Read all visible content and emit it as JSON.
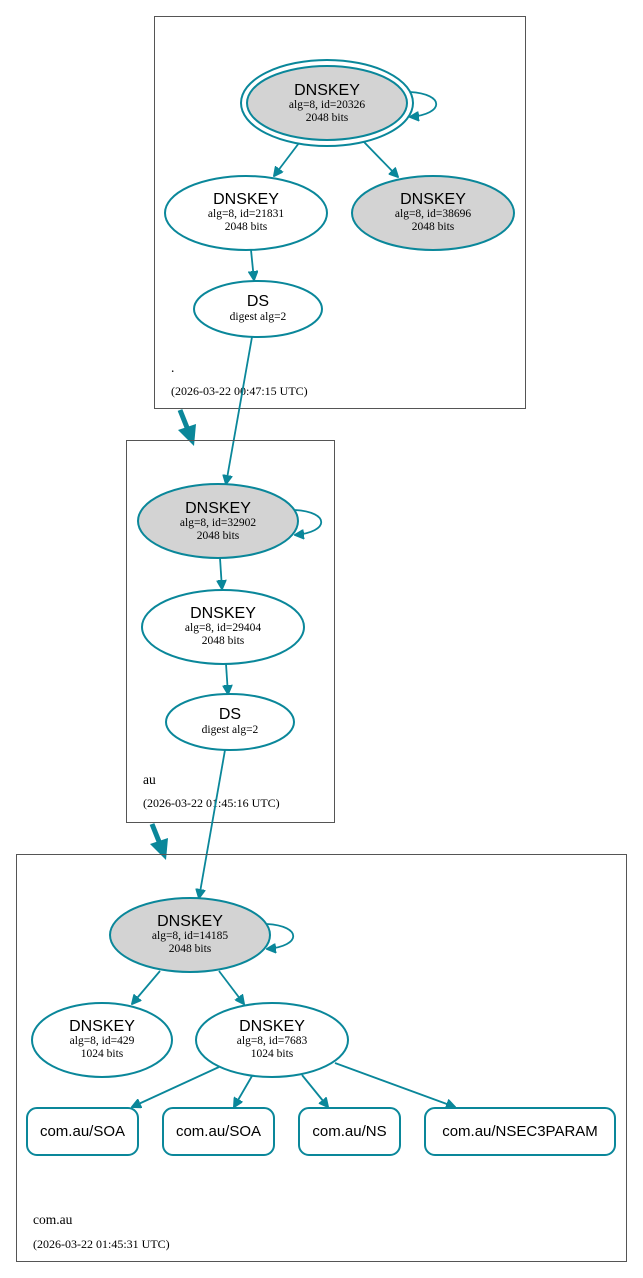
{
  "zones": {
    "root": {
      "name": ".",
      "timestamp": "(2026-03-22 00:47:15 UTC)",
      "ksk": {
        "title": "DNSKEY",
        "line1": "alg=8, id=20326",
        "line2": "2048 bits"
      },
      "zsk": {
        "title": "DNSKEY",
        "line1": "alg=8, id=21831",
        "line2": "2048 bits"
      },
      "key3": {
        "title": "DNSKEY",
        "line1": "alg=8, id=38696",
        "line2": "2048 bits"
      },
      "ds": {
        "title": "DS",
        "line1": "digest alg=2"
      }
    },
    "au": {
      "name": "au",
      "timestamp": "(2026-03-22 01:45:16 UTC)",
      "ksk": {
        "title": "DNSKEY",
        "line1": "alg=8, id=32902",
        "line2": "2048 bits"
      },
      "zsk": {
        "title": "DNSKEY",
        "line1": "alg=8, id=29404",
        "line2": "2048 bits"
      },
      "ds": {
        "title": "DS",
        "line1": "digest alg=2"
      }
    },
    "comau": {
      "name": "com.au",
      "timestamp": "(2026-03-22 01:45:31 UTC)",
      "ksk": {
        "title": "DNSKEY",
        "line1": "alg=8, id=14185",
        "line2": "2048 bits"
      },
      "key429": {
        "title": "DNSKEY",
        "line1": "alg=8, id=429",
        "line2": "1024 bits"
      },
      "zsk": {
        "title": "DNSKEY",
        "line1": "alg=8, id=7683",
        "line2": "1024 bits"
      },
      "rrsets": [
        "com.au/SOA",
        "com.au/SOA",
        "com.au/NS",
        "com.au/NSEC3PARAM"
      ]
    }
  },
  "colors": {
    "edge": "#0a879a",
    "ksk_fill": "#d3d3d3",
    "zone_border": "#555555"
  }
}
